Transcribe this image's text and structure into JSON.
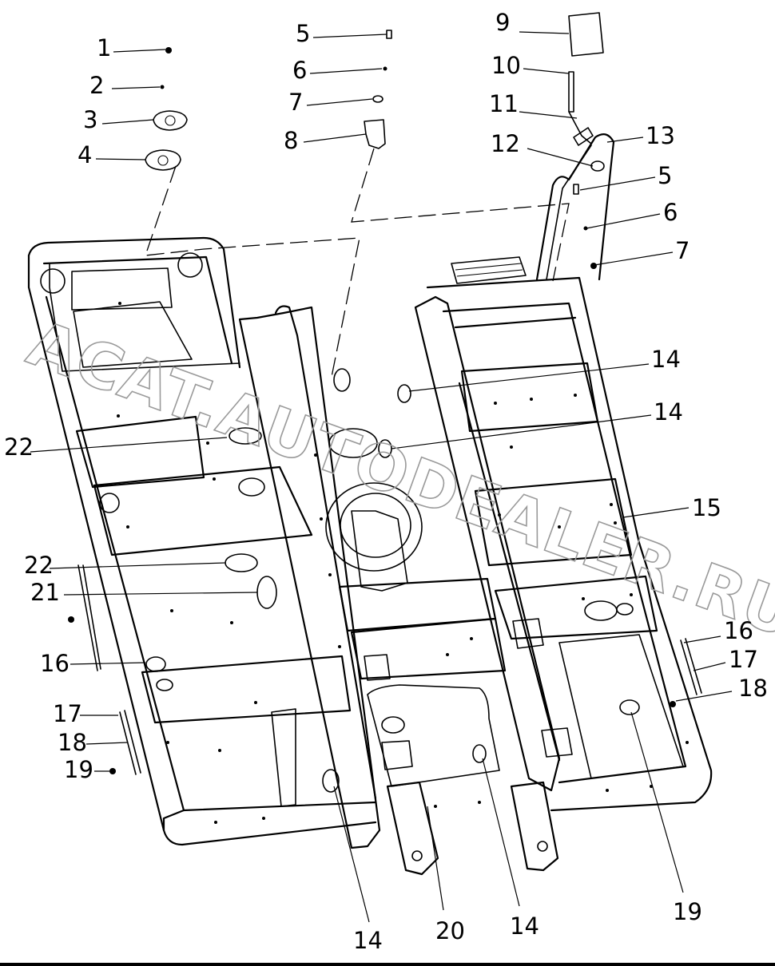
{
  "watermark": "ACAT.AUTODEALER.RU",
  "callouts": [
    {
      "id": "c1",
      "label": "1"
    },
    {
      "id": "c2",
      "label": "2"
    },
    {
      "id": "c3",
      "label": "3"
    },
    {
      "id": "c4",
      "label": "4"
    },
    {
      "id": "c5a",
      "label": "5"
    },
    {
      "id": "c6a",
      "label": "6"
    },
    {
      "id": "c7a",
      "label": "7"
    },
    {
      "id": "c8",
      "label": "8"
    },
    {
      "id": "c9",
      "label": "9"
    },
    {
      "id": "c10",
      "label": "10"
    },
    {
      "id": "c11",
      "label": "11"
    },
    {
      "id": "c12",
      "label": "12"
    },
    {
      "id": "c13",
      "label": "13"
    },
    {
      "id": "c5b",
      "label": "5"
    },
    {
      "id": "c6b",
      "label": "6"
    },
    {
      "id": "c7b",
      "label": "7"
    },
    {
      "id": "c14a",
      "label": "14"
    },
    {
      "id": "c14b",
      "label": "14"
    },
    {
      "id": "c22a",
      "label": "22"
    },
    {
      "id": "c15",
      "label": "15"
    },
    {
      "id": "c22b",
      "label": "22"
    },
    {
      "id": "c21",
      "label": "21"
    },
    {
      "id": "c16a",
      "label": "16"
    },
    {
      "id": "c17a",
      "label": "17"
    },
    {
      "id": "c18a",
      "label": "18"
    },
    {
      "id": "c19a",
      "label": "19"
    },
    {
      "id": "c16b",
      "label": "16"
    },
    {
      "id": "c17b",
      "label": "17"
    },
    {
      "id": "c18b",
      "label": "18"
    },
    {
      "id": "c14c",
      "label": "14"
    },
    {
      "id": "c20",
      "label": "20"
    },
    {
      "id": "c14d",
      "label": "14"
    },
    {
      "id": "c19b",
      "label": "19"
    }
  ]
}
